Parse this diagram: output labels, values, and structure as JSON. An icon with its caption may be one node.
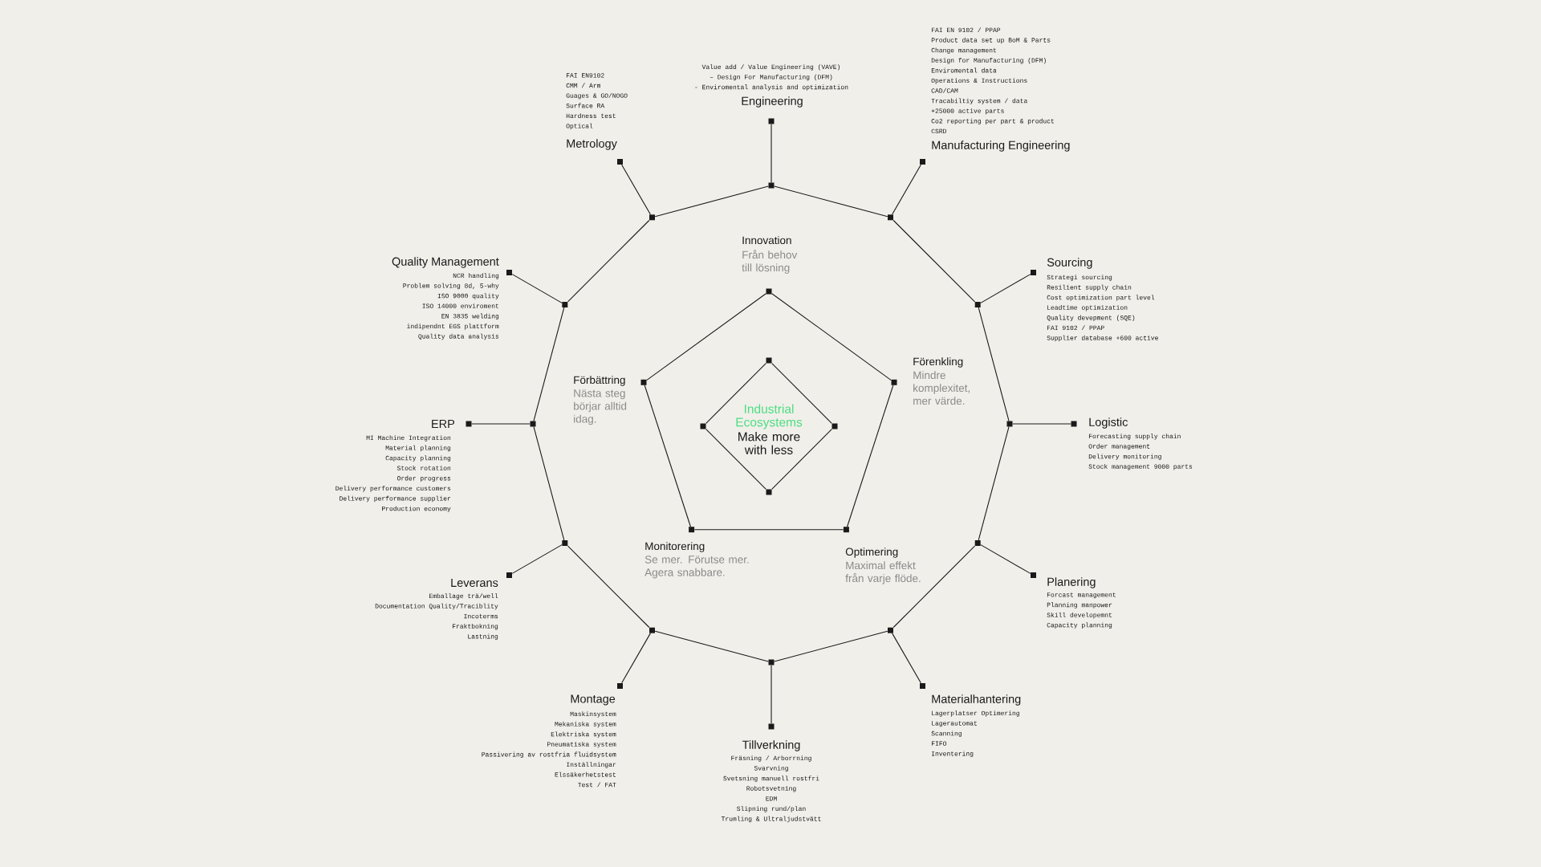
{
  "diagram": {
    "nodes": [
      {
        "text": [],
        "shape": "box"
      },
      {
        "text": [],
        "shape": "box"
      },
      {
        "text": [],
        "shape": "box"
      },
      {
        "text": [],
        "shape": "box"
      },
      {
        "text": [],
        "shape": "box"
      },
      {
        "text": [],
        "shape": "box"
      },
      {
        "text": [],
        "shape": "box"
      },
      {
        "text": [],
        "shape": "box"
      },
      {
        "text": [],
        "shape": "box"
      },
      {
        "text": [],
        "shape": "box"
      },
      {
        "text": [],
        "shape": "box"
      },
      {
        "text": [],
        "shape": "box"
      },
      {
        "text": [],
        "shape": "box"
      },
      {
        "text": [],
        "shape": "box"
      },
      {
        "text": [],
        "shape": "box"
      },
      {
        "text": [],
        "shape": "box"
      },
      {
        "text": [],
        "shape": "box"
      },
      {
        "text": [],
        "shape": "box"
      },
      {
        "text": [],
        "shape": "box"
      },
      {
        "text": [],
        "shape": "box"
      },
      {
        "text": [],
        "shape": "box"
      },
      {
        "text": [],
        "shape": "box"
      },
      {
        "text": [],
        "shape": "box"
      },
      {
        "text": [],
        "shape": "box"
      },
      {
        "text": [
          "Innovation",
          "Från behov till lösning"
        ]
      },
      {
        "text": [
          "Förenkling",
          "Mindre komplexitet, mer värde."
        ]
      },
      {
        "text": [
          "Optimering",
          "Maximal effekt från varje flöde."
        ]
      },
      {
        "text": [
          "Monitorering",
          "Se mer. Förutse mer. Agera snabbare."
        ]
      },
      {
        "text": [
          "Förbättring",
          "Nästa steg börjar alltid idag."
        ]
      },
      {
        "text": [],
        "shape": "box"
      },
      {
        "text": [],
        "shape": "box"
      },
      {
        "text": [],
        "shape": "box"
      },
      {
        "text": [],
        "shape": "box"
      }
    ],
    "edges": [
      {
        "from": 0,
        "to": 1,
        "arrow": "none"
      },
      {
        "from": 1,
        "to": 2,
        "arrow": "none"
      },
      {
        "from": 2,
        "to": 3,
        "arrow": "none"
      },
      {
        "from": 3,
        "to": 4,
        "arrow": "none"
      },
      {
        "from": 4,
        "to": 5,
        "arrow": "none"
      },
      {
        "from": 5,
        "to": 6,
        "arrow": "none"
      },
      {
        "from": 6,
        "to": 7,
        "arrow": "none"
      },
      {
        "from": 7,
        "to": 8,
        "arrow": "none"
      },
      {
        "from": 8,
        "to": 9,
        "arrow": "none"
      },
      {
        "from": 9,
        "to": 10,
        "arrow": "none"
      },
      {
        "from": 10,
        "to": 11,
        "arrow": "none"
      },
      {
        "from": 11,
        "to": 0,
        "arrow": "none"
      },
      {
        "from": 0,
        "to": 12,
        "arrow": "none"
      },
      {
        "from": 1,
        "to": 13,
        "arrow": "none"
      },
      {
        "from": 2,
        "to": 14,
        "arrow": "none"
      },
      {
        "from": 3,
        "to": 15,
        "arrow": "none"
      },
      {
        "from": 4,
        "to": 16,
        "arrow": "none"
      },
      {
        "from": 5,
        "to": 17,
        "arrow": "none"
      },
      {
        "from": 6,
        "to": 18,
        "arrow": "none"
      },
      {
        "from": 7,
        "to": 19,
        "arrow": "none"
      },
      {
        "from": 8,
        "to": 20,
        "arrow": "none"
      },
      {
        "from": 9,
        "to": 21,
        "arrow": "none"
      },
      {
        "from": 10,
        "to": 22,
        "arrow": "none"
      },
      {
        "from": 11,
        "to": 23,
        "arrow": "none"
      },
      {
        "from": 24,
        "to": 25,
        "arrow": "none"
      },
      {
        "from": 25,
        "to": 26,
        "arrow": "none"
      },
      {
        "from": 26,
        "to": 27,
        "arrow": "none"
      },
      {
        "from": 27,
        "to": 28,
        "arrow": "none"
      },
      {
        "from": 28,
        "to": 24,
        "arrow": "none"
      },
      {
        "from": 29,
        "to": 30,
        "arrow": "none"
      },
      {
        "from": 30,
        "to": 31,
        "arrow": "none"
      },
      {
        "from": 31,
        "to": 32,
        "arrow": "none"
      },
      {
        "from": 32,
        "to": 29,
        "arrow": "none"
      }
    ],
    "labels": [
      "FAI EN9102",
      "CMM / Arm",
      "Guages & GO/NOGO",
      "Surface RA",
      "Hardness test",
      "Optical",
      "Metrology",
      "Value add / Value Engineering (VAVE)",
      "– Design For Manufacturing (DFM)",
      "- Enviromental analysis and optimization",
      "Engineering",
      "FAI EN 9102 / PPAP",
      "Product data set up BoM & Parts",
      "Change management",
      "Design for Manufacturing (DFM)",
      "Enviromental data",
      "Operations & Instructions",
      "CAD/CAM",
      "Tracabiltiy system / data",
      "+25000 active parts",
      "Co2 reporting per part & product",
      "CSRD",
      "Manufacturing Engineering",
      "Quality Management",
      "NCR handling",
      "Problem solving 8d, 5-why",
      "ISO 9000 quality",
      "ISO 14000 enviroment",
      "EN 3835 welding",
      "indipendnt EGS plattform",
      "Quality data analysis",
      "Sourcing",
      "Strategi sourcing",
      "Resilient supply chain",
      "Cost optimization part level",
      "Leadtime optimization",
      "Quality devepment (SQE)",
      "FAI 9102 / PPAP",
      "Supplier database +600 active",
      "ERP",
      "MI Machine Integration",
      "Material planning",
      "Capacity planning",
      "Stock rotation",
      "Order progress",
      "Delivery performance customers",
      "Delivery performance supplier",
      "Production economy",
      "Logistic",
      "Forecasting supply chain",
      "Order management",
      "Delivery monitoring",
      "Stock management 9000 parts",
      "Leverans",
      "Emballage trä/well",
      "Documentation Quality/Traciblity",
      "Incoterms",
      "Fraktbokning",
      "Lastning",
      "Planering",
      "Forcast management",
      "Planning manpower",
      "Skill developemnt",
      "Capacity planning",
      "Montage",
      "Maskinsystem",
      "Mekaniska system",
      "Elektriska system",
      "Pneumatiska system",
      "Passivering av rostfria fluidsystem",
      "Inställningar",
      "Elssäkerhetstest",
      "Test / FAT",
      "Materialhantering",
      "Lagerplatser Optimering",
      "Lagerautomat",
      "Scanning",
      "FIFO",
      "Inventering",
      "Tillverkning",
      "Fräsning / Arborrning",
      "Svarvning",
      "Svetsning manuell rostfri",
      "Robotsvetning",
      "EDM",
      "Slipning rund/plan",
      "Trumling & Ultraljudstvätt",
      "Industrial Ecosystems",
      "Make more with less"
    ]
  }
}
